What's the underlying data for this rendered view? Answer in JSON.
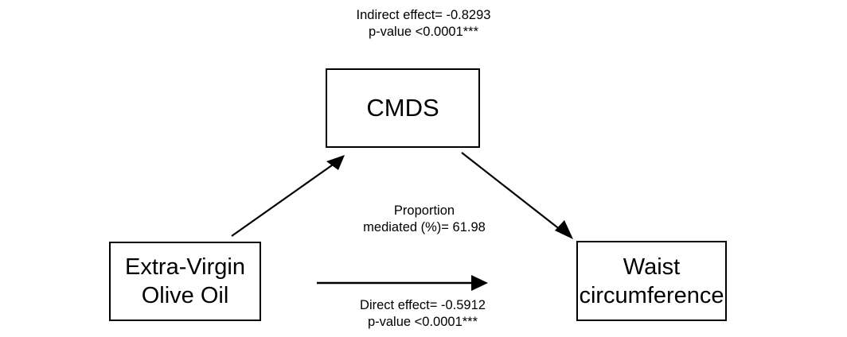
{
  "diagram": {
    "type": "mediation-path-diagram",
    "nodes": [
      {
        "id": "exposure",
        "label": "Extra-Virgin\nOlive Oil"
      },
      {
        "id": "mediator",
        "label": "CMDS"
      },
      {
        "id": "outcome",
        "label": "Waist\ncircumference"
      }
    ],
    "labels": {
      "indirect": "Indirect effect= -0.8293\np-value <0.0001***",
      "proportion": "Proportion\nmediated (%)= 61.98",
      "direct": "Direct effect= -0.5912\np-value <0.0001***"
    },
    "edges": [
      {
        "id": "a-path",
        "from": "exposure",
        "to": "mediator",
        "arrow": "arrowhead-up-right"
      },
      {
        "id": "b-path",
        "from": "mediator",
        "to": "outcome",
        "arrow": "arrowhead-down-right"
      },
      {
        "id": "c-path",
        "from": "exposure",
        "to": "outcome",
        "arrow": "arrowhead-right"
      }
    ],
    "colors": {
      "stroke": "#000000",
      "background": "#ffffff",
      "text": "#000000"
    },
    "statistics": {
      "indirect_effect": -0.8293,
      "indirect_p_value": "<0.0001",
      "indirect_significance": "***",
      "direct_effect": -0.5912,
      "direct_p_value": "<0.0001",
      "direct_significance": "***",
      "proportion_mediated_percent": 61.98
    }
  }
}
